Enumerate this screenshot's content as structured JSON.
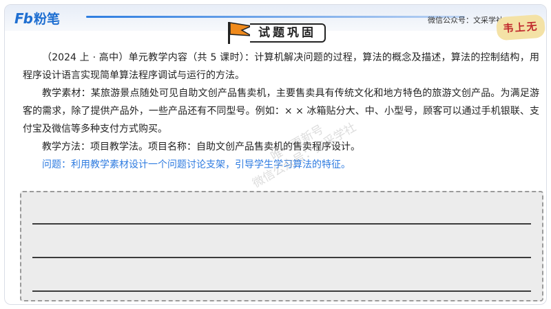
{
  "header": {
    "logo_mark": "Fb",
    "logo_text": "粉笔",
    "title": "试题巩固",
    "wechat": "微信公众号：文采学社",
    "seal_text": "韦上无",
    "accent_color": "#2d7de0"
  },
  "content": {
    "para1": "（2024 上 · 高中）单元教学内容（共 5 课时）：计算机解决问题的过程，算法的概念及描述，算法的控制结构，用程序设计语言实现简单算法程序调试与运行的方法。",
    "para2": "教学素材：某旅游景点随处可见自助文创产品售卖机，主要售卖具有传统文化和地方特色的旅游文创产品。为满足游客的需求，除了提供产品外，一些产品还有不同型号。例如：× × 冰箱贴分大、中、小型号，顾客可以通过手机银联、支付宝及微信等多种支付方式购买。",
    "para3": "教学方法：项目教学法。项目名称：自助文创产品售卖机的售卖程序设计。",
    "question": "问题：利用教学素材设计一个问题讨论支架，引导学生学习算法的特征。"
  },
  "watermark": {
    "line1": "唯一更新号",
    "line2": "微信公众号：文采学社"
  }
}
